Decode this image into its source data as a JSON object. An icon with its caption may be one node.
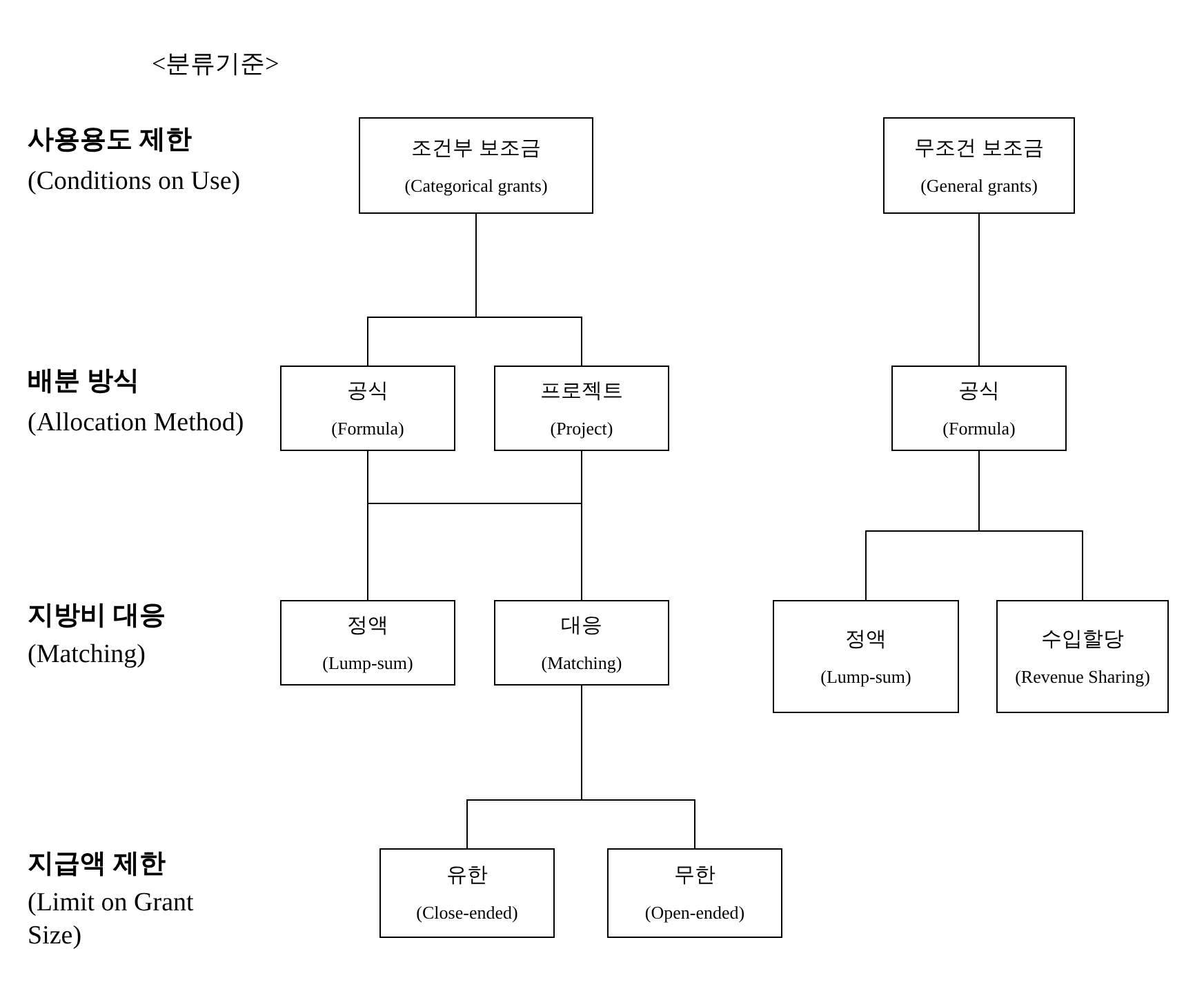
{
  "diagram": {
    "nodes": [
      {
        "text": [
          "조건부 보조금",
          "(Categorical grants)"
        ]
      },
      {
        "text": [
          "무조건 보조금",
          "(General grants)"
        ]
      },
      {
        "text": [
          "공식",
          "(Formula)"
        ]
      },
      {
        "text": [
          "프로젝트",
          "(Project)"
        ]
      },
      {
        "text": [
          "공식",
          "(Formula)"
        ]
      },
      {
        "text": [
          "정액",
          "(Lump-sum)"
        ]
      },
      {
        "text": [
          "대응",
          "(Matching)"
        ]
      },
      {
        "text": [
          "정액",
          "(Lump-sum)"
        ]
      },
      {
        "text": [
          "수입할당",
          "(Revenue Sharing)"
        ]
      },
      {
        "text": [
          "유한",
          "(Close-ended)"
        ]
      },
      {
        "text": [
          "무한",
          "(Open-ended)"
        ]
      }
    ],
    "edges": [
      {
        "from": 0,
        "to": 2,
        "arrow": "none"
      },
      {
        "from": 0,
        "to": 3,
        "arrow": "none"
      },
      {
        "from": 2,
        "to": 5,
        "arrow": "none"
      },
      {
        "from": 2,
        "to": 6,
        "arrow": "none"
      },
      {
        "from": 3,
        "to": 5,
        "arrow": "none"
      },
      {
        "from": 3,
        "to": 6,
        "arrow": "none"
      },
      {
        "from": 1,
        "to": 4,
        "arrow": "none"
      },
      {
        "from": 4,
        "to": 7,
        "arrow": "none"
      },
      {
        "from": 4,
        "to": 8,
        "arrow": "none"
      },
      {
        "from": 6,
        "to": 9,
        "arrow": "none"
      },
      {
        "from": 6,
        "to": 10,
        "arrow": "none"
      }
    ],
    "labels": [
      "<분류기준>",
      "사용용도 제한",
      "(Conditions on Use)",
      "배분 방식",
      "(Allocation Method)",
      "지방비 대응",
      "(Matching)",
      "지급액 제한",
      "(Limit on Grant Size)"
    ]
  }
}
